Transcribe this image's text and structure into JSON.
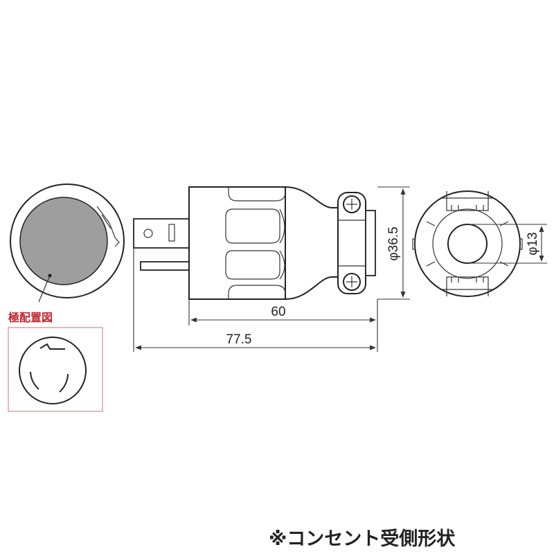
{
  "dimensions": {
    "body_length": "60",
    "total_length": "77.5",
    "diameter": "φ36.5",
    "hole_diameter": "φ13"
  },
  "pin_layout_label": "極配置図",
  "caption": "※コンセント受側形状",
  "colors": {
    "line": "#222222",
    "face_fill": "#9e9e9e",
    "accent_red": "#c0252b",
    "box_border": "#d9a3a6"
  }
}
